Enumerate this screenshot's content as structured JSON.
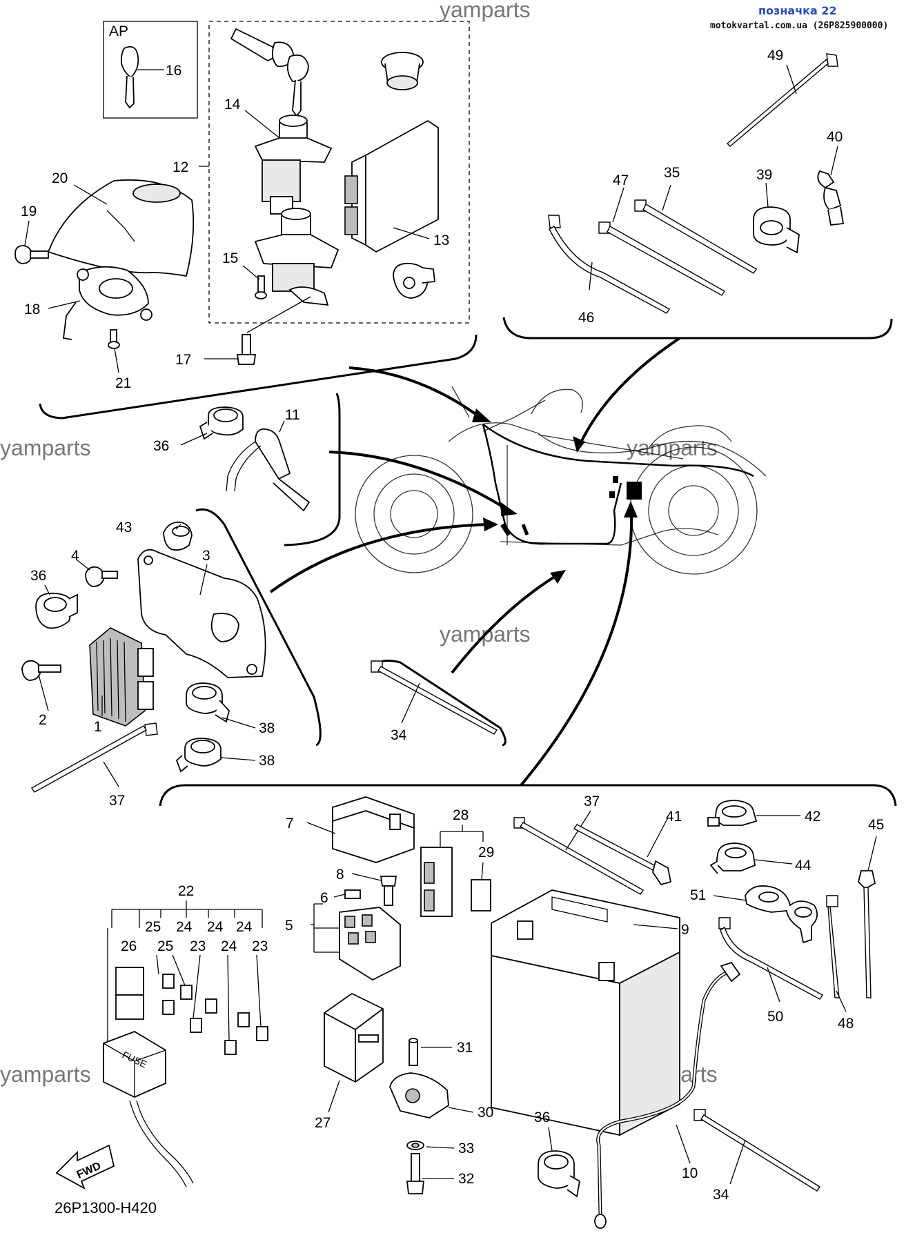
{
  "header": {
    "link_text": "позначка 22",
    "source_text": "motokvartal.com.ua (26P825900000)"
  },
  "watermark": "yamparts",
  "diagram_code": "26P1300-H420",
  "ap_label": "AP",
  "fwd_label": "FWD",
  "fuse_label": "FUSE",
  "callouts": {
    "n1": "1",
    "n2": "2",
    "n3": "3",
    "n4": "4",
    "n5": "5",
    "n6": "6",
    "n7": "7",
    "n8": "8",
    "n9": "9",
    "n10": "10",
    "n11": "11",
    "n12": "12",
    "n13": "13",
    "n14": "14",
    "n15": "15",
    "n16": "16",
    "n17": "17",
    "n18": "18",
    "n19": "19",
    "n20": "20",
    "n21": "21",
    "n22": "22",
    "n23a": "23",
    "n23b": "23",
    "n24a": "24",
    "n24b": "24",
    "n24c": "24",
    "n24d": "24",
    "n25a": "25",
    "n25b": "25",
    "n26": "26",
    "n27": "27",
    "n28": "28",
    "n29": "29",
    "n30": "30",
    "n31": "31",
    "n32": "32",
    "n33": "33",
    "n34a": "34",
    "n34b": "34",
    "n35": "35",
    "n36a": "36",
    "n36b": "36",
    "n36c": "36",
    "n37a": "37",
    "n37b": "37",
    "n38a": "38",
    "n38b": "38",
    "n39": "39",
    "n40": "40",
    "n41": "41",
    "n42": "42",
    "n43": "43",
    "n44": "44",
    "n45": "45",
    "n46": "46",
    "n47": "47",
    "n48": "48",
    "n49": "49",
    "n50": "50",
    "n51": "51"
  },
  "colors": {
    "link": "#2a4db8",
    "line": "#000000",
    "watermark": "#777777"
  }
}
